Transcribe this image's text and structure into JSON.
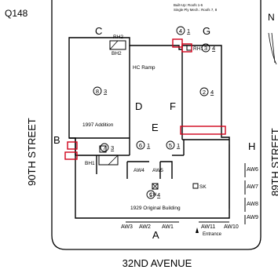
{
  "page": {
    "id": "Q148",
    "note_line1": "Built-Up: Roofs 1-6",
    "note_line2": "Single Ply Mech.: Roofs 7, 8"
  },
  "streets": {
    "left": "90TH STREET",
    "bottom": "32ND AVENUE",
    "right": "89TH STREET",
    "right_partial_letter": "N"
  },
  "sections": {
    "a": "A",
    "b": "B",
    "c": "C",
    "d": "D",
    "e": "E",
    "f": "F",
    "g": "G",
    "h": "H"
  },
  "roofs": {
    "r1": "1",
    "r2": "2",
    "r3": "3",
    "r4": "4",
    "r5": "5",
    "r6": "6",
    "r7": "7",
    "r8": "8",
    "sub_1": "1",
    "sub_2": "2",
    "sub_3": "3",
    "sub_4": "4"
  },
  "labels": {
    "rh1": "RH1",
    "rh2": "RH2",
    "bh1": "BH1",
    "bh2": "BH2",
    "hc_ramp": "HC Ramp",
    "addition": "1997 Addition",
    "original_building": "1929 Original Building",
    "ch": "CH",
    "sk": "SK",
    "entrance": "Entrance",
    "aw4": "AW4",
    "aw5": "AW5"
  },
  "area_walls": {
    "bottom": [
      "AW3",
      "AW2",
      "AW1",
      "AW11",
      "AW10"
    ],
    "right": [
      "AW6",
      "AW7",
      "AW8",
      "AW9"
    ]
  },
  "colors": {
    "line": "#000000",
    "highlight": "#d0021b",
    "background": "#ffffff"
  }
}
